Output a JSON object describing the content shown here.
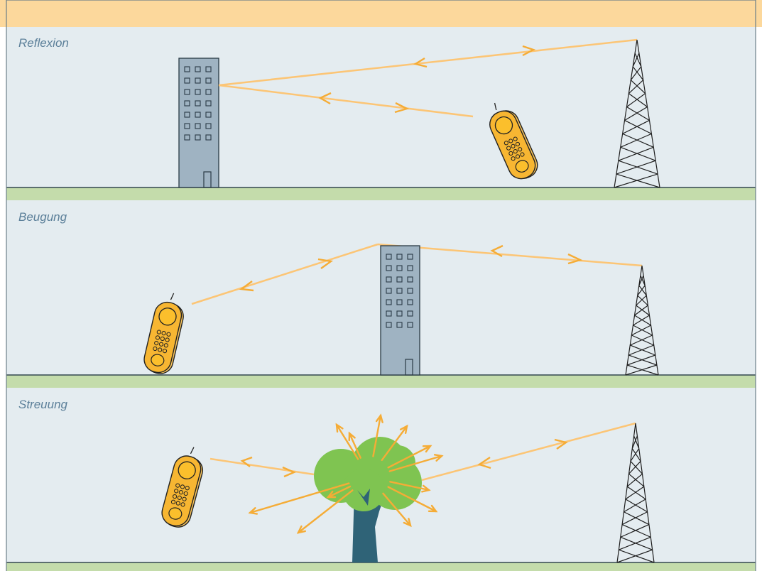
{
  "colors": {
    "top_band": "#fcd89c",
    "sky": "#e4ecf0",
    "ground": "#c4dcab",
    "ground_line": "#33464f",
    "frame": "#6b7f88",
    "building": "#9fb3c2",
    "signal": "#fcc575",
    "arrow": "#f5ac36",
    "phone": "#f7b632",
    "tree_crown": "#7fc451",
    "tree_trunk": "#2f6377",
    "label": "#5b7f99"
  },
  "panels": [
    {
      "id": "reflexion",
      "label": "Reflexion"
    },
    {
      "id": "beugung",
      "label": "Beugung"
    },
    {
      "id": "streuung",
      "label": "Streuung"
    }
  ]
}
